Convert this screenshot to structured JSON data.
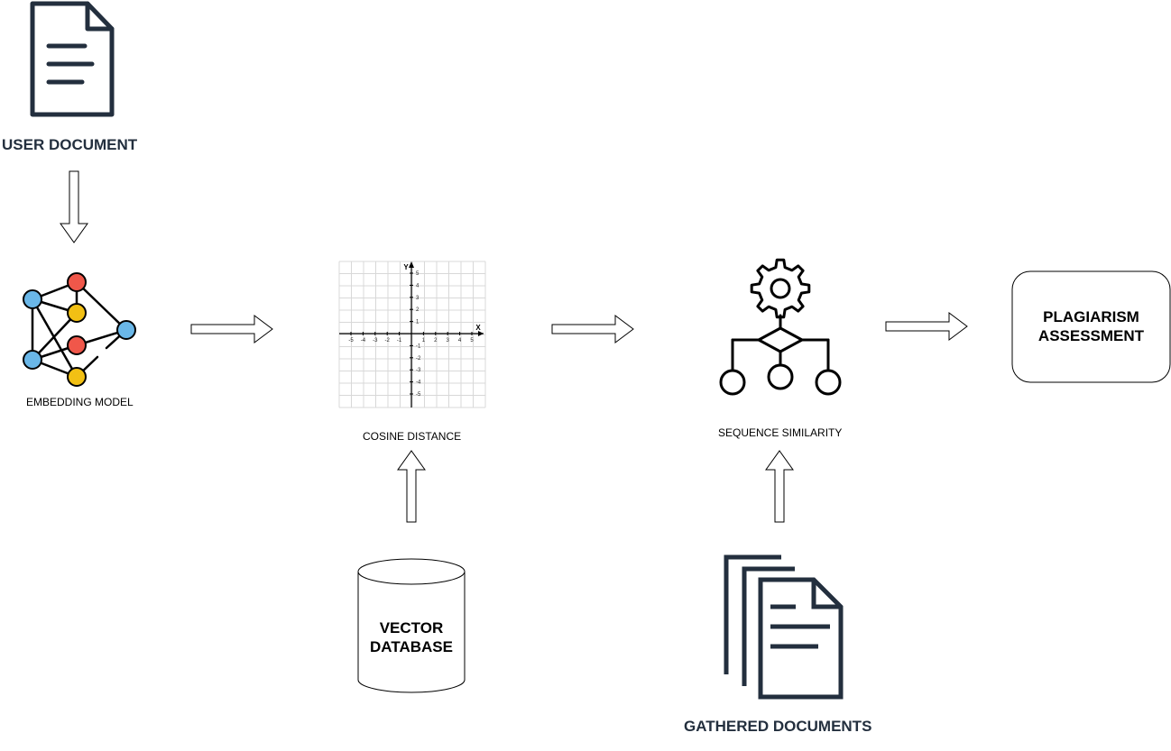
{
  "labels": {
    "user_document": "USER DOCUMENT",
    "embedding_model": "EMBEDDING MODEL",
    "cosine_distance": "COSINE DISTANCE",
    "sequence_similarity": "SEQUENCE SIMILARITY",
    "plagiarism_assessment_line1": "PLAGIARISM",
    "plagiarism_assessment_line2": "ASSESSMENT",
    "vector_database_line1": "VECTOR",
    "vector_database_line2": "DATABASE",
    "gathered_documents": "GATHERED DOCUMENTS"
  },
  "graph_axes": {
    "x_label": "X",
    "y_label": "Y",
    "x_ticks": [
      "-5",
      "-4",
      "-3",
      "-2",
      "-1",
      "1",
      "2",
      "3",
      "4",
      "5"
    ],
    "y_ticks": [
      "5",
      "4",
      "3",
      "2",
      "1",
      "-1",
      "-2",
      "-3",
      "-4",
      "-5"
    ]
  },
  "colors": {
    "icon_dark": "#232f3e",
    "node_blue": "#6ab7e8",
    "node_red": "#f0574a",
    "node_yellow": "#f2c014",
    "grid": "#d8d8d8"
  },
  "icons": {
    "user_document": "document-icon",
    "embedding_model": "neural-network-icon",
    "cosine_distance": "coordinate-graph-icon",
    "sequence_similarity": "gear-flowchart-icon",
    "vector_database": "database-cylinder-icon",
    "gathered_documents": "document-stack-icon"
  }
}
